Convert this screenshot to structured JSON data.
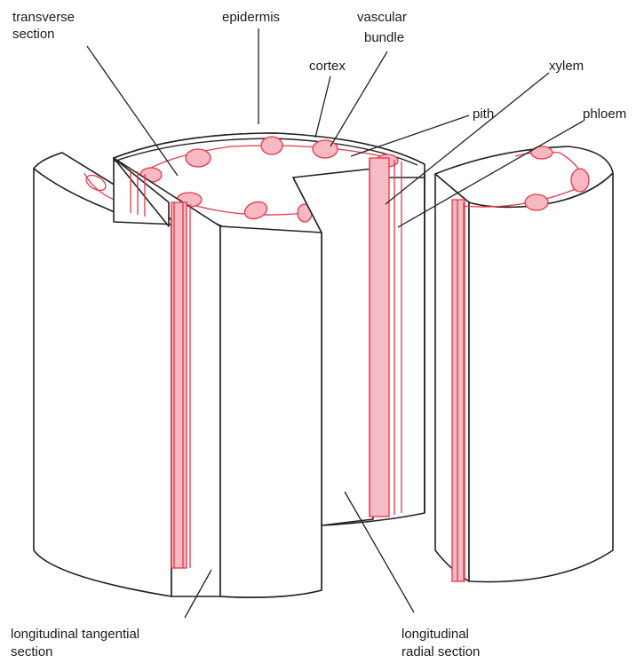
{
  "labels": {
    "transverse_section": [
      "transverse",
      "section"
    ],
    "epidermis": "epidermis",
    "vascular_bundle": [
      "vascular",
      "bundle"
    ],
    "cortex": "cortex",
    "xylem": "xylem",
    "pith": "pith",
    "phloem": "phloem",
    "longitudinal_tangential_section": [
      "longitudinal tangential",
      "section"
    ],
    "longitudinal_radial_section": [
      "longitudinal",
      "radial section"
    ]
  },
  "colors": {
    "tissue_line": "#e8354a",
    "xylem_fill": "#f6bcc4",
    "outline": "#222222"
  }
}
